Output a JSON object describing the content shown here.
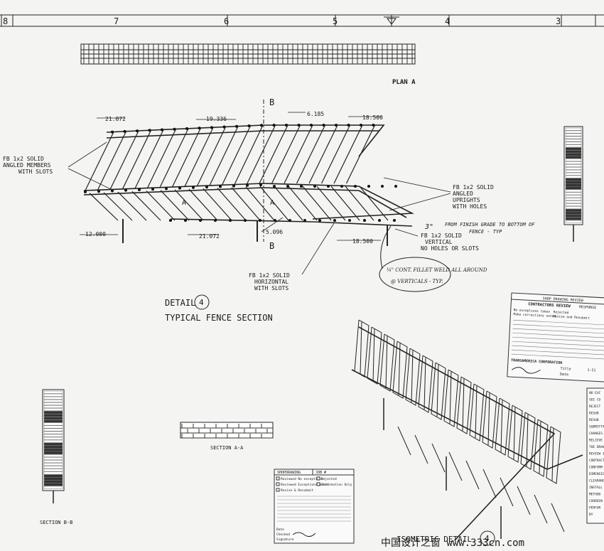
{
  "border": {
    "zone_numbers": [
      "8",
      "7",
      "6",
      "5",
      "4",
      "3"
    ]
  },
  "plan": {
    "title": "PLAN A"
  },
  "detail": {
    "dims": {
      "top_left": "21.072",
      "top_mid": "19.336",
      "top_mid2": "6.185",
      "top_right": "18.500",
      "left_height": "12.000",
      "bottom_mid": "21.072",
      "bottom_small": "5.096",
      "bottom_right": "18.500"
    },
    "section_markers": {
      "b": "B",
      "a": "A"
    },
    "callouts": {
      "angled_members": [
        "FB 1x2 SOLID",
        "ANGLED MEMBERS",
        "WITH SLOTS"
      ],
      "angled_uprights": [
        "FB 1x2 SOLID",
        "ANGLED",
        "UPRIGHTS",
        "WITH HOLES"
      ],
      "vertical": [
        "FB 1x2 SOLID",
        "VERTICAL",
        "NO HOLES OR SLOTS"
      ],
      "horizontal": [
        "FB 1x2 SOLID",
        "HORIZONTAL",
        "WITH SLOTS"
      ]
    },
    "handwritten": {
      "note1_dim": "3\"",
      "note1_lines": [
        "FROM FINISH GRADE TO BOTTOM OF",
        "FENCE - TYP"
      ],
      "note2_lines": [
        "¼\" CONT. FILLET WELD ALL AROUND",
        "@ VERTICALS - TYP."
      ]
    },
    "title_prefix": "DETAIL",
    "number": "4",
    "subtitle": "TYPICAL FENCE SECTION"
  },
  "section_aa": {
    "label": "SECTION A-A"
  },
  "section_bb": {
    "label": "SECTION B-B"
  },
  "isometric": {
    "prefix": "ISOMETRIC DETAIL",
    "number": "4"
  },
  "review_stamp": {
    "header": "SHOP DRAWING REVIEW",
    "title": "CONTRACTORS REVIEW",
    "response_label": "RESPONSE",
    "labels": [
      "No exceptions taken",
      "Make corrections noted",
      "Rejected",
      "Revise and Resubmit"
    ],
    "company": "TRANSAMERICA CORPORATION",
    "date_label": "Date",
    "date_value": "1-21",
    "title_label": "Title"
  },
  "approval_stamp": {
    "head_left": "SHOPDRAWING",
    "head_right": "JOB #",
    "options": [
      "Reviewed No exceptions",
      "Rejected",
      "Reviewed Exceptions Noted",
      "Information Only",
      "Revise & Resubmit"
    ],
    "date_label": "Date",
    "checked_label": "Checked",
    "signature_label": "Signature"
  },
  "side_checklist": [
    "NO EXC",
    "SEE CO",
    "REJECT",
    "RESUB",
    "RESUB",
    "SUBMITTA",
    "CHANGES",
    "RELIEVE T",
    "THE DRAW",
    "REVIEW IS",
    "CONTRACT",
    "CONFORM",
    "DIMENSIO",
    "CLEARANC",
    "INSTALL",
    "METHOD",
    "COORDIN",
    "PERFOR",
    "BY"
  ],
  "watermark": "中国设计之窗 www.333cn.com"
}
